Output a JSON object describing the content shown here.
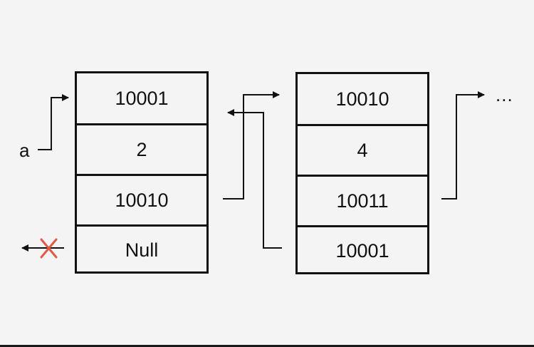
{
  "colors": {
    "background": "#f4f4f4",
    "ink": "#111111",
    "cross": "#e05a45"
  },
  "pointer_label": "a",
  "nodes": [
    {
      "cells": [
        "10001",
        "2",
        "10010",
        "Null"
      ]
    },
    {
      "cells": [
        "10010",
        "4",
        "10011",
        "10001"
      ]
    }
  ],
  "continuation": "..."
}
